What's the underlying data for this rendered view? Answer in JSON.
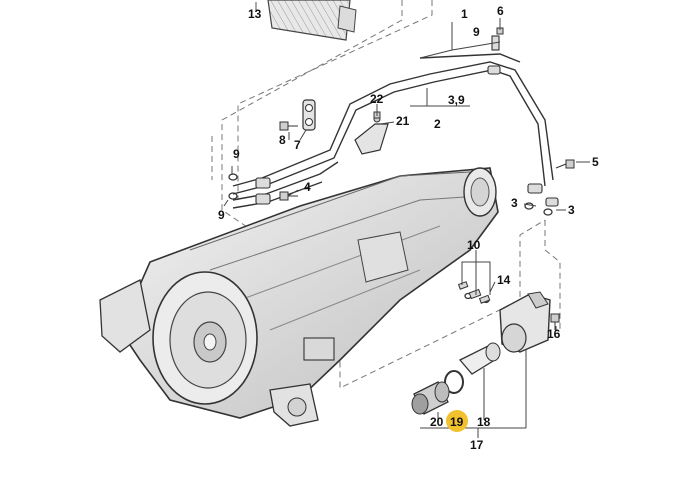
{
  "diagram": {
    "callouts": {
      "c13": "13",
      "c1": "1",
      "c9_top": "9",
      "c6": "6",
      "c22": "22",
      "c21": "21",
      "c39": "3,9",
      "c2": "2",
      "c8": "8",
      "c7": "7",
      "c9_left_a": "9",
      "c4": "4",
      "c9_left_b": "9",
      "c5": "5",
      "c3_a": "3",
      "c3_b": "3",
      "c10": "10",
      "c14": "14",
      "c16": "16",
      "c20": "20",
      "c19": "19",
      "c18": "18",
      "c17": "17"
    },
    "highlight_color": "#f2c12e",
    "highlighted_part": "19"
  }
}
